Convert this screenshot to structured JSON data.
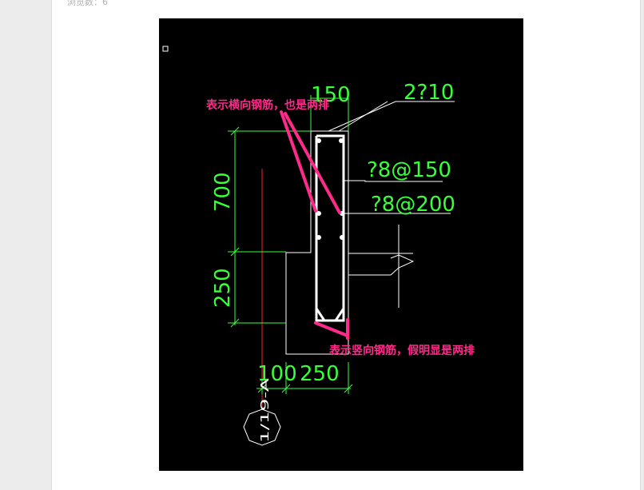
{
  "header": {
    "view_count": "浏览数：6"
  },
  "drawing": {
    "dims": {
      "top_width": "150",
      "top_rebar": "2?10",
      "stirrup_1": "?8@150",
      "stirrup_2": "?8@200",
      "height_upper": "700",
      "height_lower": "250",
      "bottom_left": "100",
      "bottom_right": "250"
    },
    "annotations": {
      "horizontal": "表示横向钢筋，也是两排",
      "vertical": "表示竖向钢筋，假明显是两排"
    },
    "axis_label": "1/19-A",
    "colors": {
      "background": "#000000",
      "linework": "#ffffff",
      "dimension": "#39ff39",
      "annotation": "#ff2a8a",
      "axis": "#ff2020"
    }
  }
}
